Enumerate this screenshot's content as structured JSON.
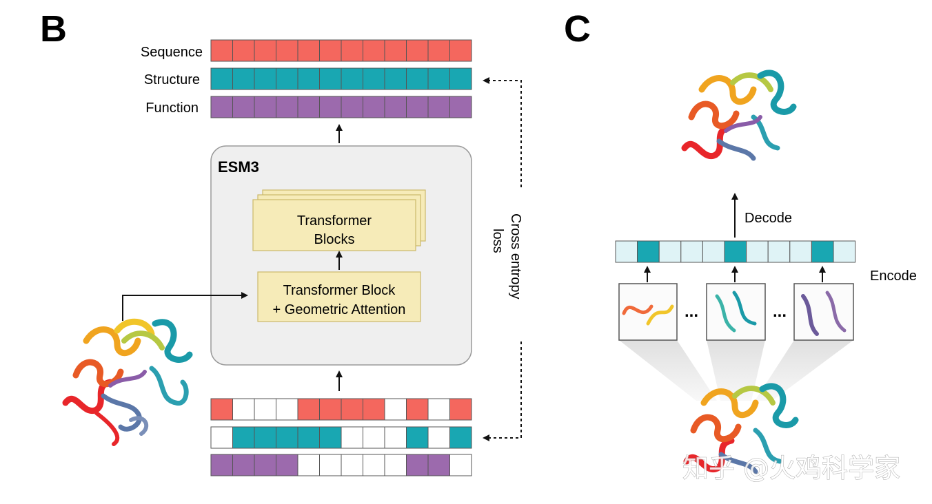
{
  "panel_b": {
    "label": "B",
    "rows": [
      "Sequence",
      "Structure",
      "Function"
    ],
    "model_title": "ESM3",
    "stack_box": [
      "Transformer",
      "Blocks"
    ],
    "geo_box": [
      "Transformer Block",
      "+ Geometric Attention"
    ],
    "loss_label": [
      "Cross entropy",
      "loss"
    ],
    "output_rows": [
      {
        "name": "sequence",
        "color": "#f4675e",
        "filled": [
          1,
          1,
          1,
          1,
          1,
          1,
          1,
          1,
          1,
          1,
          1,
          1
        ]
      },
      {
        "name": "structure",
        "color": "#19a7b2",
        "filled": [
          1,
          1,
          1,
          1,
          1,
          1,
          1,
          1,
          1,
          1,
          1,
          1
        ]
      },
      {
        "name": "function",
        "color": "#9c6aad",
        "filled": [
          1,
          1,
          1,
          1,
          1,
          1,
          1,
          1,
          1,
          1,
          1,
          1
        ]
      }
    ],
    "input_rows": [
      {
        "name": "sequence",
        "color": "#f4675e",
        "filled": [
          1,
          0,
          0,
          0,
          1,
          1,
          1,
          1,
          0,
          1,
          0,
          1
        ]
      },
      {
        "name": "structure",
        "color": "#19a7b2",
        "filled": [
          0,
          1,
          1,
          1,
          1,
          1,
          0,
          0,
          0,
          1,
          0,
          1
        ]
      },
      {
        "name": "function",
        "color": "#9c6aad",
        "filled": [
          1,
          1,
          1,
          1,
          0,
          0,
          0,
          0,
          0,
          1,
          1,
          0
        ]
      }
    ]
  },
  "panel_c": {
    "label": "C",
    "decode_label": "Decode",
    "encode_label": "Encode",
    "ellipsis": "...",
    "token_row": {
      "color": "#19a7b2",
      "empty_color": "#dff3f6",
      "filled": [
        0,
        1,
        0,
        0,
        0,
        1,
        0,
        0,
        0,
        1,
        0
      ]
    }
  },
  "watermark": "知乎 @火鸡科学家",
  "colors": {
    "box_fill": "#f6ebb8",
    "box_stroke": "#cbb96a",
    "model_fill": "#efefef",
    "model_stroke": "#9a9a9a"
  }
}
